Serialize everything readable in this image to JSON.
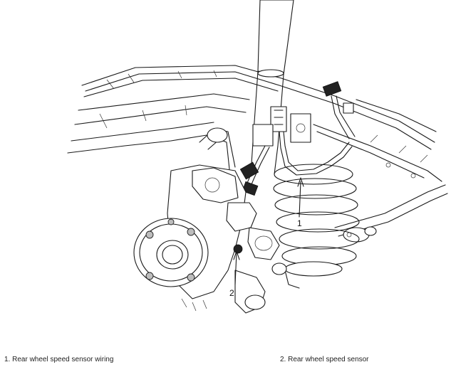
{
  "callouts": {
    "one": "1",
    "two": "2"
  },
  "captions": {
    "item1": "1. Rear wheel speed sensor wiring",
    "item2": "2. Rear wheel speed sensor"
  }
}
